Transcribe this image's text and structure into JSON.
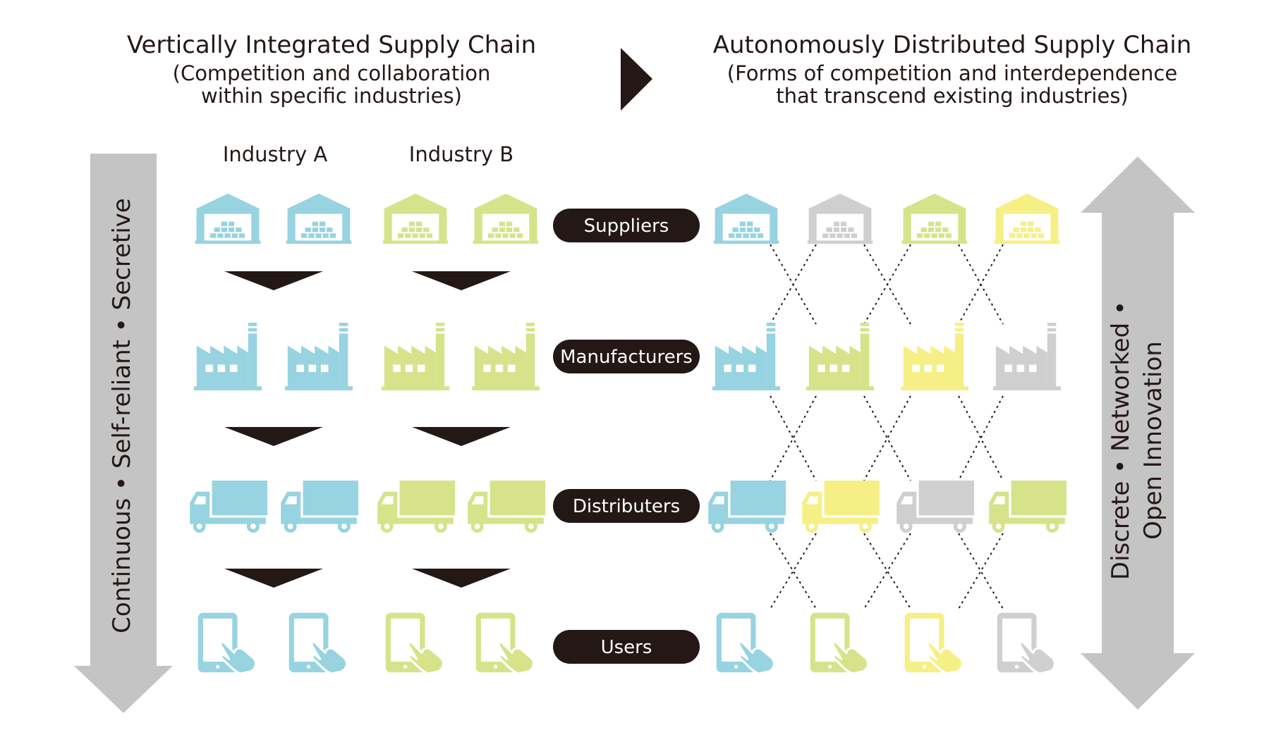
{
  "left_header": {
    "title": "Vertically Integrated Supply Chain",
    "subtitle_line1": "(Competition and collaboration",
    "subtitle_line2": "within specific industries)"
  },
  "right_header": {
    "title": "Autonomously Distributed Supply Chain",
    "subtitle_line1": "(Forms of competition and interdependence",
    "subtitle_line2": "that transcend existing industries)"
  },
  "industries": [
    "Industry A",
    "Industry B"
  ],
  "stages": [
    "Suppliers",
    "Manufacturers",
    "Distributers",
    "Users"
  ],
  "left_axis_label": "Continuous • Self-reliant • Secretive",
  "right_axis_label_line1": "Discrete • Networked •",
  "right_axis_label_line2": "Open Innovation",
  "colors": {
    "blue": "#97d3e0",
    "green": "#d6e38a",
    "yellow": "#f6ef86",
    "gray": "#cfcfcf",
    "dark": "#231815",
    "arrow_gray": "#c4c4c4"
  },
  "icon_names": [
    "warehouse-icon",
    "factory-icon",
    "truck-icon",
    "tablet-icon"
  ],
  "right_grid_colors": [
    [
      "blue",
      "gray",
      "green",
      "yellow"
    ],
    [
      "blue",
      "green",
      "yellow",
      "gray"
    ],
    [
      "blue",
      "yellow",
      "gray",
      "green"
    ],
    [
      "blue",
      "green",
      "yellow",
      "gray"
    ]
  ]
}
